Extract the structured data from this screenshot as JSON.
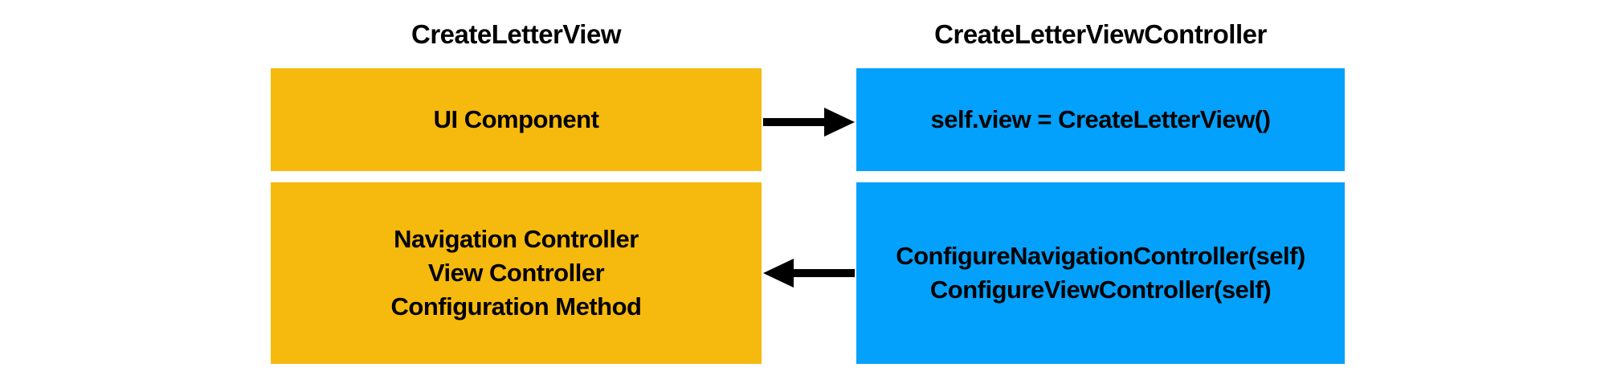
{
  "diagram": {
    "background_color": "#ffffff",
    "text_color": "#000000",
    "arrow_color": "#000000",
    "columns": [
      {
        "header": "CreateLetterView",
        "box_color": "#F6B90D"
      },
      {
        "header": "CreateLetterViewController",
        "box_color": "#03A1FC"
      }
    ],
    "boxes": {
      "view_ui_component": {
        "lines": [
          "UI Component"
        ]
      },
      "controller_assign_view": {
        "lines": [
          "self.view = CreateLetterView()"
        ]
      },
      "view_configuration_methods": {
        "lines": [
          "Navigation Controller",
          "View Controller",
          "Configuration Method"
        ]
      },
      "controller_configure_calls": {
        "lines": [
          "ConfigureNavigationController(self)",
          "ConfigureViewController(self)"
        ]
      }
    },
    "arrows": [
      {
        "name": "view-to-controller",
        "direction": "right"
      },
      {
        "name": "controller-to-view",
        "direction": "left"
      }
    ]
  }
}
